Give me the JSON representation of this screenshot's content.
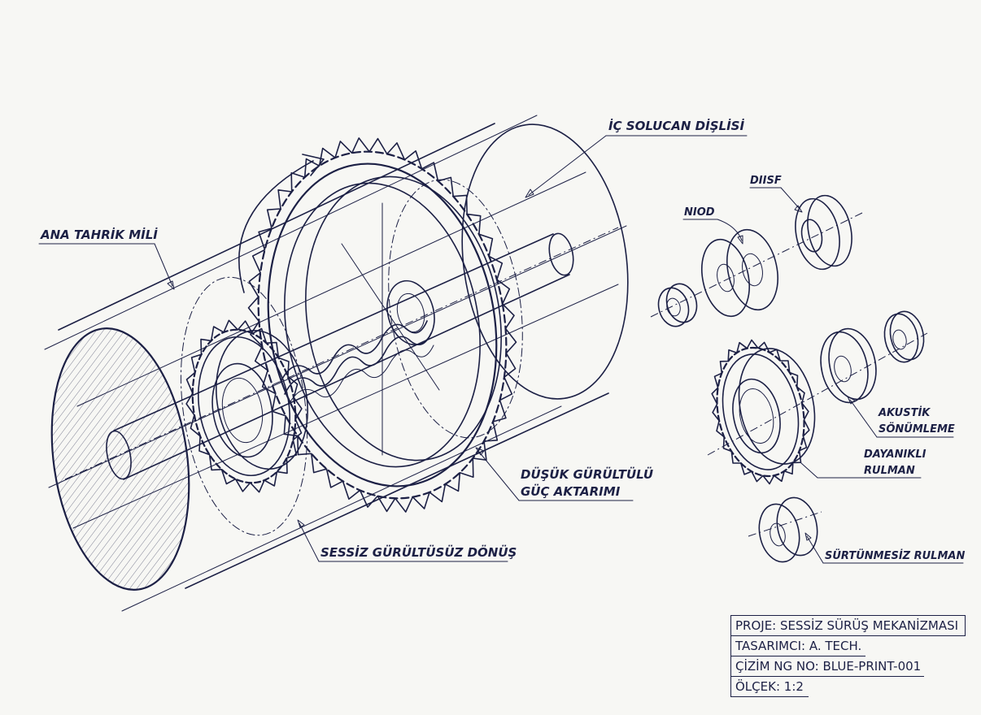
{
  "labels": {
    "inner_worm_gear": "İÇ SOLUCAN DİŞLİSİ",
    "main_drive_shaft": "ANA TAHRİK MİLİ",
    "low_noise_transmission_line1": "DÜŞÜK GÜRÜLTÜLÜ",
    "low_noise_transmission_line2": "GÜÇ AKTARIMI",
    "silent_rotation": "SESSİZ GÜRÜLTÜSÜZ DÖNÜŞ",
    "diisf": "DIISF",
    "niod": "NIOD",
    "acoustic_damping_line1": "AKUSTİK",
    "acoustic_damping_line2": "SÖNÜMLEME",
    "durable_bearing_line1": "DAYANIKLI",
    "durable_bearing_line2": "RULMAN",
    "frictionless_bearing": "SÜRTÜNMESİZ RULMAN"
  },
  "title_block": {
    "project": "PROJE: SESSİZ SÜRÜŞ MEKANİZMASI",
    "designer": "TASARIMCI: A. TECH.",
    "drawing_no": "ÇİZİM NG NO: BLUE-PRINT-001",
    "scale": "ÖLÇEK: 1:2"
  },
  "colors": {
    "ink": "#1c2045",
    "paper": "#f7f7f4"
  }
}
